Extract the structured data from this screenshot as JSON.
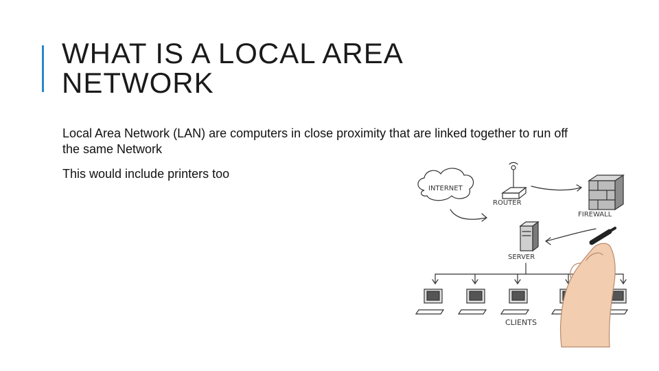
{
  "slide": {
    "title_line1": "WHAT IS A LOCAL AREA",
    "title_line2": "NETWORK",
    "bullets": [
      "Local Area Network (LAN) are computers in close proximity that are linked together to run off the same Network",
      "This would include printers too"
    ],
    "accent_color": "#2a86c7"
  },
  "diagram": {
    "labels": {
      "internet": "INTERNET",
      "router": "ROUTER",
      "firewall": "FIREWALL",
      "server": "SERVER",
      "clients": "CLIENTS"
    },
    "icons": [
      "cloud-icon",
      "router-icon",
      "firewall-icon",
      "server-icon",
      "client-computer-icon",
      "hand-with-marker-icon"
    ]
  }
}
